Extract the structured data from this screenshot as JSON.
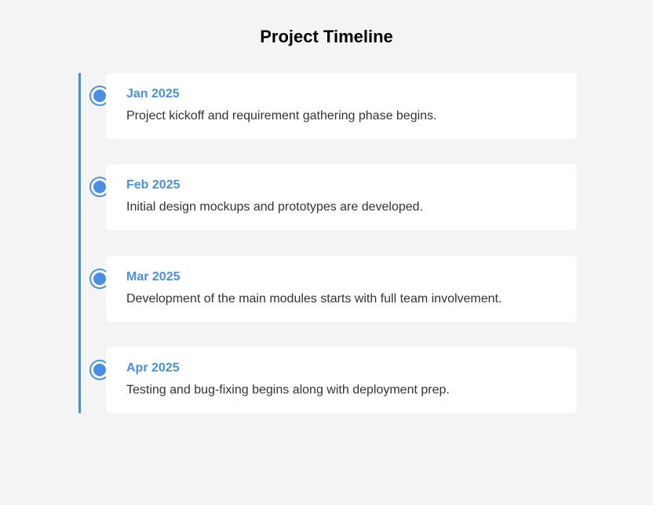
{
  "header": {
    "title": "Project Timeline"
  },
  "timeline": {
    "accent_color": "#4a90e2",
    "items": [
      {
        "date": "Jan 2025",
        "description": "Project kickoff and requirement gathering phase begins."
      },
      {
        "date": "Feb 2025",
        "description": "Initial design mockups and prototypes are developed."
      },
      {
        "date": "Mar 2025",
        "description": "Development of the main modules starts with full team involvement."
      },
      {
        "date": "Apr 2025",
        "description": "Testing and bug-fixing begins along with deployment prep."
      }
    ]
  }
}
